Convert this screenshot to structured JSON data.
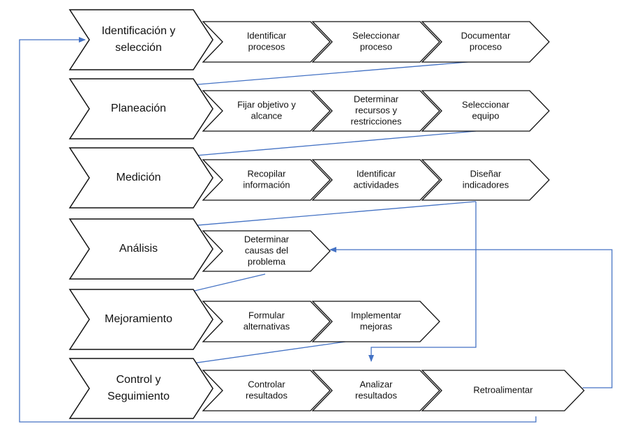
{
  "colors": {
    "outline": "#111111",
    "connector": "#4472C4",
    "fill": "#FFFFFF"
  },
  "rows": [
    {
      "stage": [
        "Identificación  y",
        "selección"
      ],
      "steps": [
        [
          "Identificar",
          "procesos"
        ],
        [
          "Seleccionar",
          "proceso"
        ],
        [
          "Documentar",
          "proceso"
        ]
      ]
    },
    {
      "stage": [
        "Planeación"
      ],
      "steps": [
        [
          "Fijar objetivo y",
          "alcance"
        ],
        [
          "Determinar",
          "recursos y",
          "restricciones"
        ],
        [
          "Seleccionar",
          "equipo"
        ]
      ]
    },
    {
      "stage": [
        "Medición"
      ],
      "steps": [
        [
          "Recopilar",
          "información"
        ],
        [
          "Identificar",
          "actividades"
        ],
        [
          "Diseñar",
          "indicadores"
        ]
      ]
    },
    {
      "stage": [
        "Análisis"
      ],
      "steps": [
        [
          "Determinar",
          "causas del",
          "problema"
        ]
      ]
    },
    {
      "stage": [
        "Mejoramiento"
      ],
      "steps": [
        [
          "Formular",
          "alternativas"
        ],
        [
          "Implementar",
          "mejoras"
        ]
      ]
    },
    {
      "stage": [
        "Control  y",
        "Seguimiento"
      ],
      "steps": [
        [
          "Controlar",
          "resultados"
        ],
        [
          "Analizar",
          "resultados"
        ],
        [
          "Retroalimentar"
        ]
      ]
    }
  ]
}
